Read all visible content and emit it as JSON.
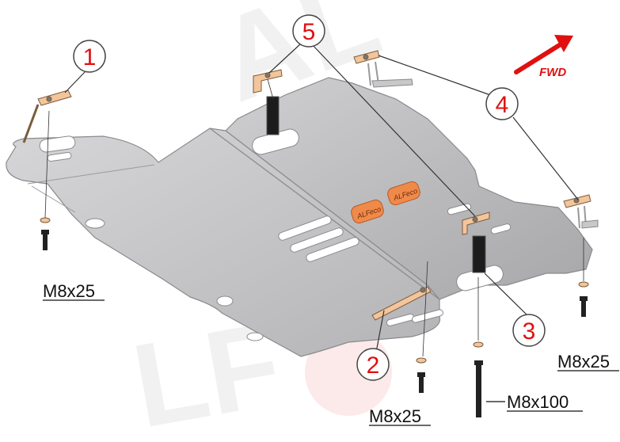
{
  "direction": {
    "label": "FWD",
    "arrow_color": "#e01010"
  },
  "callouts": [
    "1",
    "2",
    "3",
    "4",
    "5"
  ],
  "bolts": {
    "left": "M8x25",
    "center": "M8x25",
    "right": "M8x25",
    "long": "M8x100"
  },
  "logo_pads": [
    "ALFeco",
    "ALFeco"
  ],
  "colors": {
    "plate": "#c9c9cb",
    "plate_dark": "#a9a9ac",
    "accent": "#e01010",
    "pad": "#f08a4b"
  }
}
